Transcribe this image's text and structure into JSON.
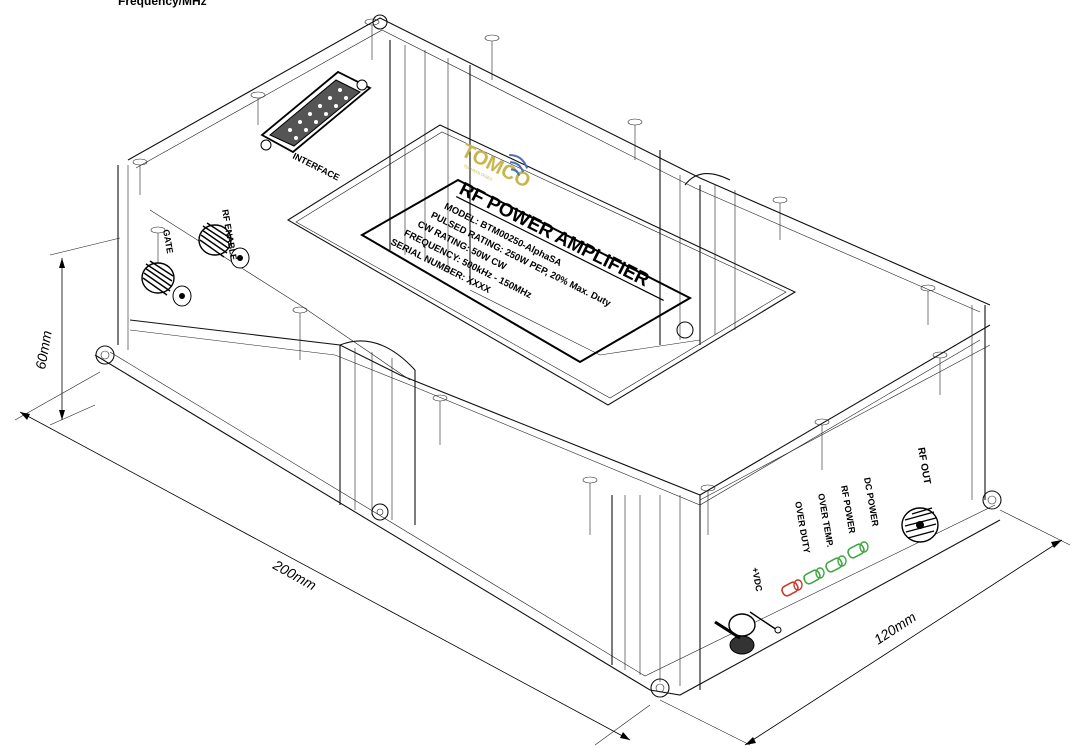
{
  "header": {
    "title": "Frequency/MHz"
  },
  "brand": {
    "name": "TOMCO",
    "tagline": "TECHNOLOGIES",
    "gold": "#c9b64a",
    "blue": "#4a6fb2"
  },
  "nameplate": {
    "title": "RF POWER AMPLIFIER",
    "lines": [
      "MODEL: BTM00250-AlphaSA",
      "PULSED RATING: 250W PEP, 20% Max. Duty",
      "CW RATING: 50W CW",
      "FREQUENCY: 500kHz - 150MHz",
      "SERIAL NUMBER: XXXX"
    ]
  },
  "connectors": {
    "interface": "INTERFACE",
    "gate": "GATE",
    "rf_in": "RF ENABLE",
    "rf_out": "RF OUT",
    "dc_in": "+VDC"
  },
  "indicators": [
    {
      "label": "DC POWER",
      "color": "#3fa63f"
    },
    {
      "label": "RF POWER",
      "color": "#3fa63f"
    },
    {
      "label": "OVER TEMP.",
      "color": "#3fa63f"
    },
    {
      "label": "OVER DUTY",
      "color": "#c8382c"
    }
  ],
  "dimensions": {
    "height": "60mm",
    "length": "200mm",
    "width": "120mm"
  }
}
